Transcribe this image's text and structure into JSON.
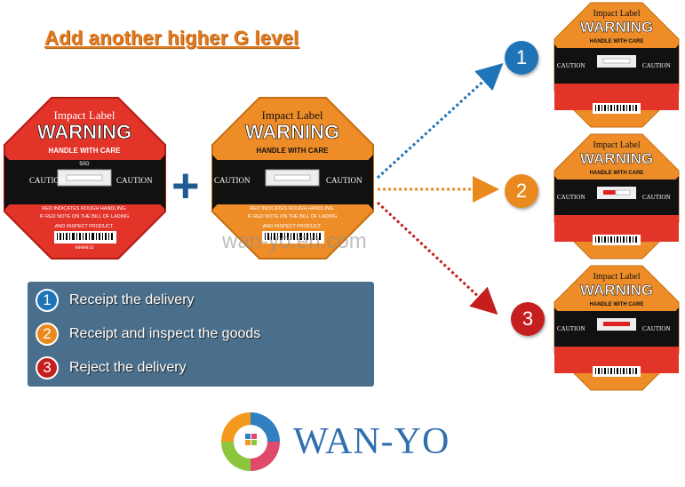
{
  "title": "Add another higher G level",
  "plus": "+",
  "watermark": "wan-yo.en.com",
  "colors": {
    "blue": "#1f74b8",
    "orange": "#ea8a1e",
    "red": "#c41e1e",
    "legend_bg": "#4a6f8c"
  },
  "label_text": {
    "impact": "Impact Label",
    "warning": "WARNING",
    "handle": "HANDLE WITH CARE",
    "caution": "CAUTION",
    "notice1": "RED INDICATES ROUGH HANDLING.",
    "notice2": "IF RED NOTE ON THE BILL OF LADING",
    "notice3": "AND INSPECT PRODUCT.",
    "g_value": "50G",
    "serial": "0000015"
  },
  "steps": [
    {
      "number": "1",
      "text": "Receipt the delivery",
      "icon": "step-1-icon"
    },
    {
      "number": "2",
      "text": "Receipt and inspect the goods",
      "icon": "step-2-icon"
    },
    {
      "number": "3",
      "text": "Reject the delivery",
      "icon": "step-3-icon"
    }
  ],
  "logo": {
    "text": "WAN-YO",
    "icon": "wan-yo-logo-icon"
  }
}
